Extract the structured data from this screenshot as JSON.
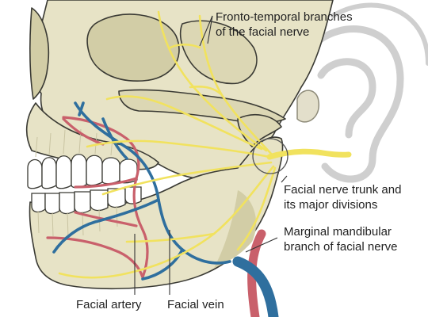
{
  "labels": {
    "fronto_temporal": [
      "Fronto-temporal branches",
      "of the facial nerve"
    ],
    "nerve_trunk": [
      "Facial nerve trunk and",
      "its major divisions"
    ],
    "marginal_mandibular": [
      "Marginal mandibular",
      "branch of facial nerve"
    ],
    "facial_artery": "Facial artery",
    "facial_vein": "Facial vein"
  },
  "colors": {
    "bone": "#e7e3c6",
    "bone_shadow": "#d2cda6",
    "outline": "#3a3a34",
    "nerve": "#f1e25e",
    "artery": "#c9606b",
    "vein": "#2f6f9e",
    "ear": "#d9d9d9",
    "teeth": "#ffffff"
  }
}
